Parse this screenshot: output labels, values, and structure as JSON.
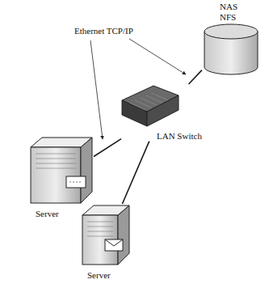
{
  "diagram": {
    "nodes": [
      {
        "text": [
          "NAS NFS"
        ]
      },
      {
        "text": [
          "LAN Switch"
        ]
      },
      {
        "text": [
          "Server"
        ]
      },
      {
        "text": [
          "Server"
        ]
      }
    ],
    "edges": [
      {
        "from": 1,
        "to": 0,
        "arrow": "none"
      },
      {
        "from": 1,
        "to": 2,
        "arrow": "none"
      },
      {
        "from": 1,
        "to": 3,
        "arrow": "none"
      }
    ],
    "labels": [
      "Ethernet TCP/IP"
    ]
  }
}
